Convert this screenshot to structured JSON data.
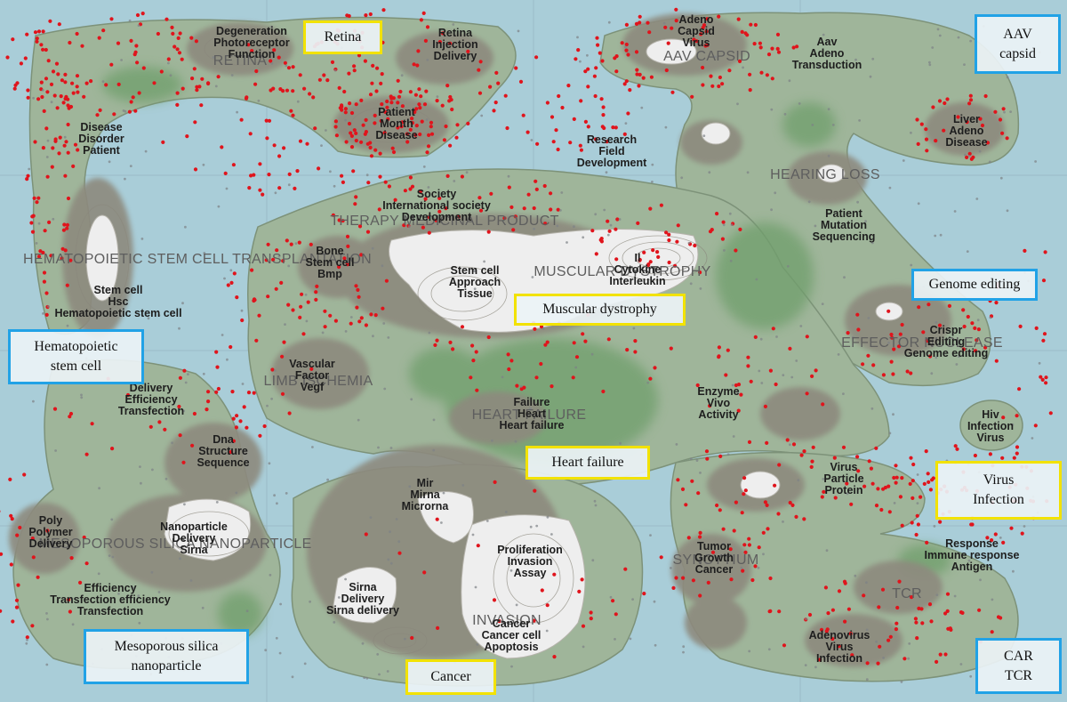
{
  "colors": {
    "water": "#a9cdd8",
    "land": "#9fb59a",
    "hill": "#8d8a7e",
    "peak": "#eeeeee",
    "pasture": "#6f9f6c",
    "red_dot": "#e0141c",
    "gray_dot": "#7d8186",
    "highlight_border": "#f2e200",
    "category_border": "#21a2e6"
  },
  "regions": [
    {
      "id": "retina",
      "text": "RETINA"
    },
    {
      "id": "aav-capsid",
      "text": "AAV CAPSID"
    },
    {
      "id": "hearing-loss",
      "text": "HEARING LOSS"
    },
    {
      "id": "therapy-medicinal-product",
      "text": "THERAPY MEDICINAL PRODUCT"
    },
    {
      "id": "hsc-transplantation",
      "text": "HEMATOPOIETIC STEM CELL TRANSPLANTATION"
    },
    {
      "id": "muscular-dystrophy",
      "text": "MUSCULAR DYSTROPHY"
    },
    {
      "id": "effector-nuclease",
      "text": "EFFECTOR NUCLEASE"
    },
    {
      "id": "limb-ischemia",
      "text": "LIMB ISCHEMIA"
    },
    {
      "id": "heart-failure",
      "text": "HEART FAILURE"
    },
    {
      "id": "mesoporous-silica",
      "text": "MESOPOROUS SILICA NANOPARTICLE"
    },
    {
      "id": "syncytium",
      "text": "SYNCYTIUM"
    },
    {
      "id": "tcr",
      "text": "TCR"
    },
    {
      "id": "invasion",
      "text": "INVASION"
    }
  ],
  "topic_labels": [
    {
      "id": "degeneration",
      "lines": [
        "Degeneration",
        "Photoreceptor",
        "Function"
      ]
    },
    {
      "id": "retina-injection",
      "lines": [
        "Retina",
        "Injection",
        "Delivery"
      ]
    },
    {
      "id": "adeno-capsid",
      "lines": [
        "Adeno",
        "Capsid",
        "Virus"
      ]
    },
    {
      "id": "aav-adeno",
      "lines": [
        "Aav",
        "Adeno",
        "Transduction"
      ]
    },
    {
      "id": "liver-adeno",
      "lines": [
        "Liver",
        "Adeno",
        "Disease"
      ]
    },
    {
      "id": "disease-disorder",
      "lines": [
        "Disease",
        "Disorder",
        "Patient"
      ]
    },
    {
      "id": "patient-month",
      "lines": [
        "Patient",
        "Month",
        "Disease"
      ]
    },
    {
      "id": "research-field",
      "lines": [
        "Research",
        "Field",
        "Development"
      ]
    },
    {
      "id": "society",
      "lines": [
        "Society",
        "International society",
        "Development"
      ]
    },
    {
      "id": "patient-mutation",
      "lines": [
        "Patient",
        "Mutation",
        "Sequencing"
      ]
    },
    {
      "id": "bone-stem",
      "lines": [
        "Bone",
        "Stem cell",
        "Bmp"
      ]
    },
    {
      "id": "stem-cell-approach",
      "lines": [
        "Stem cell",
        "Approach",
        "Tissue"
      ]
    },
    {
      "id": "il-cytokine",
      "lines": [
        "Il",
        "Cytokine",
        "Interleukin"
      ]
    },
    {
      "id": "stem-cell-hsc",
      "lines": [
        "Stem cell",
        "Hsc",
        "Hematopoietic stem cell"
      ]
    },
    {
      "id": "crispr",
      "lines": [
        "Crispr",
        "Editing",
        "Genome editing"
      ]
    },
    {
      "id": "vascular-factor",
      "lines": [
        "Vascular",
        "Factor",
        "Vegf"
      ]
    },
    {
      "id": "delivery-efficiency",
      "lines": [
        "Delivery",
        "Efficiency",
        "Transfection"
      ]
    },
    {
      "id": "enzyme-vivo",
      "lines": [
        "Enzyme",
        "Vivo",
        "Activity"
      ]
    },
    {
      "id": "failure-heart",
      "lines": [
        "Failure",
        "Heart",
        "Heart failure"
      ]
    },
    {
      "id": "hiv-infection",
      "lines": [
        "Hiv",
        "Infection",
        "Virus"
      ]
    },
    {
      "id": "dna-structure",
      "lines": [
        "Dna",
        "Structure",
        "Sequence"
      ]
    },
    {
      "id": "virus-particle",
      "lines": [
        "Virus",
        "Particle",
        "Protein"
      ]
    },
    {
      "id": "mir-mirna",
      "lines": [
        "Mir",
        "Mirna",
        "Microrna"
      ]
    },
    {
      "id": "poly-polymer",
      "lines": [
        "Poly",
        "Polymer",
        "Delivery"
      ]
    },
    {
      "id": "nanoparticle-delivery",
      "lines": [
        "Nanoparticle",
        "Delivery",
        "Sirna"
      ]
    },
    {
      "id": "proliferation",
      "lines": [
        "Proliferation",
        "Invasion",
        "Assay"
      ]
    },
    {
      "id": "tumor-growth",
      "lines": [
        "Tumor",
        "Growth",
        "Cancer"
      ]
    },
    {
      "id": "response-immune",
      "lines": [
        "Response",
        "Immune response",
        "Antigen"
      ]
    },
    {
      "id": "efficiency-transfection",
      "lines": [
        "Efficiency",
        "Transfection efficiency",
        "Transfection"
      ]
    },
    {
      "id": "sirna-delivery",
      "lines": [
        "Sirna",
        "Delivery",
        "Sirna delivery"
      ]
    },
    {
      "id": "cancer-cell",
      "lines": [
        "Cancer",
        "Cancer cell",
        "Apoptosis"
      ]
    },
    {
      "id": "adenovirus",
      "lines": [
        "Adenovirus",
        "Virus",
        "Infection"
      ]
    }
  ],
  "callouts": [
    {
      "id": "retina",
      "style": "yellow",
      "lines": [
        "Retina"
      ]
    },
    {
      "id": "muscular-dystrophy",
      "style": "yellow",
      "lines": [
        "Muscular dystrophy"
      ]
    },
    {
      "id": "heart-failure",
      "style": "yellow",
      "lines": [
        "Heart failure"
      ]
    },
    {
      "id": "cancer",
      "style": "yellow",
      "lines": [
        "Cancer"
      ]
    },
    {
      "id": "virus-infection",
      "style": "yellow",
      "lines": [
        "Virus",
        "Infection"
      ]
    },
    {
      "id": "aav-capsid",
      "style": "blue",
      "lines": [
        "AAV",
        "capsid"
      ]
    },
    {
      "id": "genome-editing",
      "style": "blue",
      "lines": [
        "Genome editing"
      ]
    },
    {
      "id": "hematopoietic-stem-cell",
      "style": "blue",
      "lines": [
        "Hematopoietic",
        "stem cell"
      ]
    },
    {
      "id": "mesoporous-silica-nanoparticle",
      "style": "blue",
      "lines": [
        "Mesoporous silica",
        "nanoparticle"
      ]
    },
    {
      "id": "car-tcr",
      "style": "blue",
      "lines": [
        "CAR",
        "TCR"
      ]
    }
  ]
}
